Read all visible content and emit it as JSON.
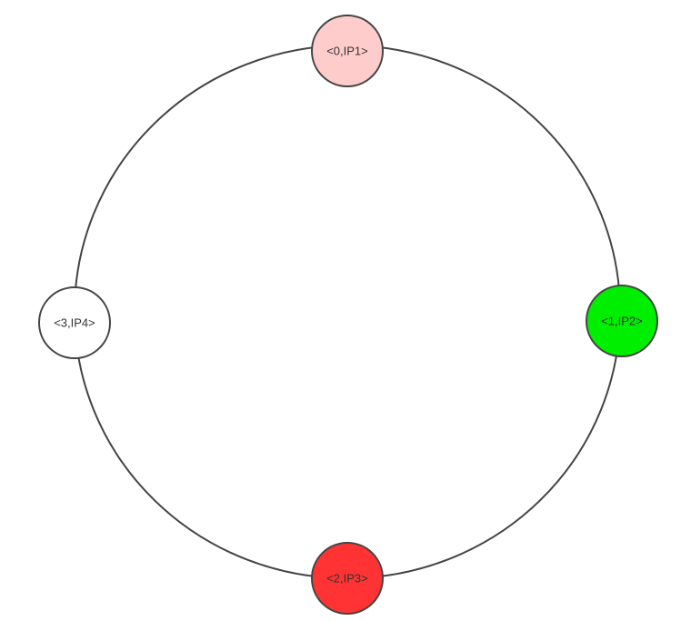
{
  "diagram": {
    "type": "ring",
    "ring_color": "#444444",
    "node_stroke": "#444444",
    "nodes": [
      {
        "label": "<0,IP1>",
        "fill": "#ffcccc",
        "position": "top"
      },
      {
        "label": "<1,IP2>",
        "fill": "#00ee00",
        "position": "right"
      },
      {
        "label": "<2,IP3>",
        "fill": "#ff3333",
        "position": "bottom"
      },
      {
        "label": "<3,IP4>",
        "fill": "#ffffff",
        "position": "left"
      }
    ]
  }
}
